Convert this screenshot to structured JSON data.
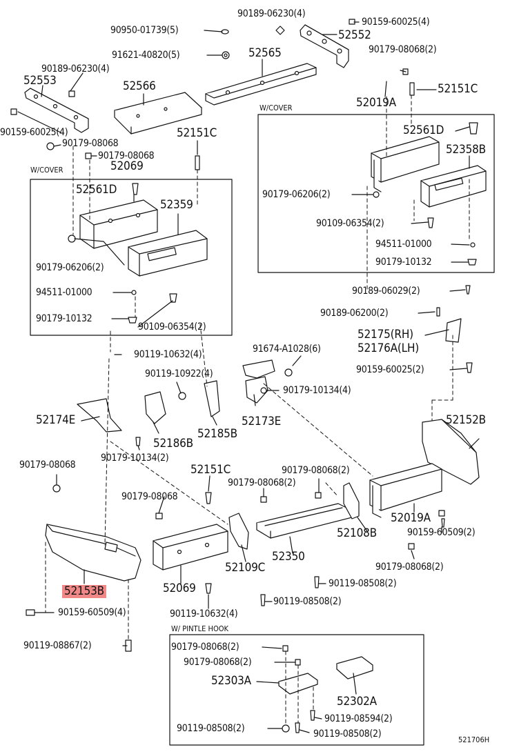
{
  "highlight_color": "#f08888",
  "diagram_id": "521706H",
  "sections": {
    "w_cover_left": "W/COVER",
    "w_cover_right": "W/COVER",
    "w_pintle_hook": "W/ PINTLE  HOOK"
  },
  "labels": {
    "l01": "90189-06230(4)",
    "l02": "90159-60025(4)",
    "l03": "90950-01739(5)",
    "l04": "52552",
    "l05": "91621-40820(5)",
    "l06": "52565",
    "l07": "90179-08068(2)",
    "l08": "90189-06230(4)",
    "l09": "52553",
    "l10": "52566",
    "l11": "52151C",
    "l12": "52019A",
    "l13": "90159-60025(4)",
    "l14": "52151C",
    "l15": "90179-08068",
    "l16": "90179-08068",
    "l17": "52069",
    "l18": "52561D",
    "l19": "52358B",
    "l20": "52561D",
    "l21": "52359",
    "l22": "90179-06206(2)",
    "l23": "90109-06354(2)",
    "l24": "94511-01000",
    "l25": "90179-10132",
    "l26": "90179-06206(2)",
    "l27": "94511-01000",
    "l28": "90189-06029(2)",
    "l29": "90179-10132",
    "l30": "90109-06354(2)",
    "l31": "90189-06200(2)",
    "l32": "52175(RH)",
    "l33": "52176A(LH)",
    "l34": "91674-A1028(6)",
    "l35": "90119-10632(4)",
    "l36": "90119-10922(4)",
    "l37": "90159-60025(2)",
    "l38": "90179-10134(4)",
    "l39": "52174E",
    "l40": "52173E",
    "l41": "52152B",
    "l42": "52186B",
    "l43": "52185B",
    "l44": "90179-10134(2)",
    "l45": "90179-08068",
    "l46": "52151C",
    "l47": "90179-08068(2)",
    "l48": "90179-08068(2)",
    "l49": "90179-08068",
    "l50": "52108B",
    "l51": "52019A",
    "l52": "90159-60509(2)",
    "l53": "52350",
    "l54": "52109C",
    "l55": "90179-08068(2)",
    "l56": "52069",
    "l57": "90119-08508(2)",
    "l58": "52153B",
    "l59": "90119-08508(2)",
    "l60": "90159-60509(4)",
    "l61": "90119-10632(4)",
    "l62": "90119-08867(2)",
    "l63": "90179-08068(2)",
    "l64": "90179-08068(2)",
    "l65": "52303A",
    "l66": "52302A",
    "l67": "90119-08594(2)",
    "l68": "90119-08508(2)",
    "l69": "90119-08508(2)"
  }
}
